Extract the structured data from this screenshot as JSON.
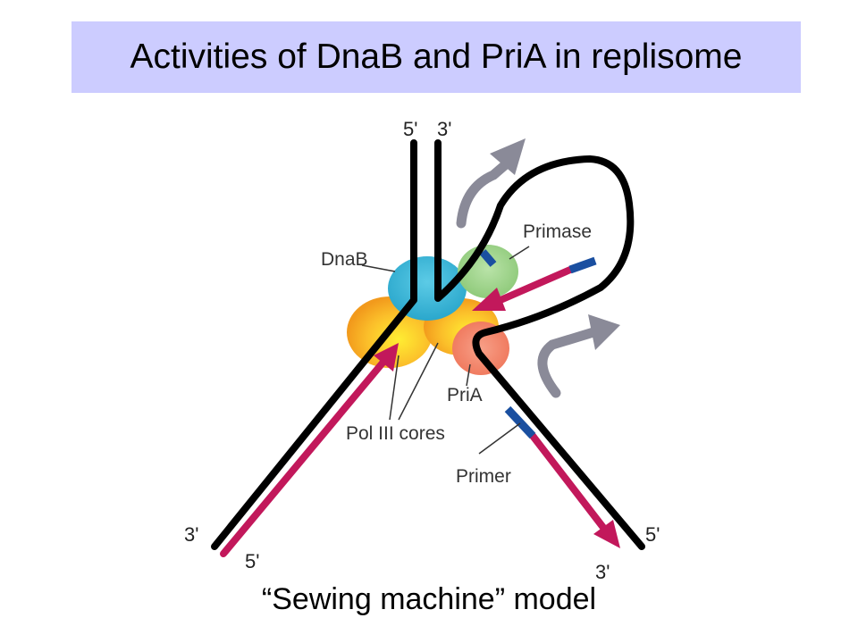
{
  "slide": {
    "title": "Activities of DnaB and PriA in replisome",
    "caption": "“Sewing machine” model"
  },
  "diagram": {
    "labels": {
      "dnab": "DnaB",
      "primase": "Primase",
      "pria": "PriA",
      "pol_iii_cores": "Pol III cores",
      "primer": "Primer"
    },
    "strand_ends": {
      "top_left": "5'",
      "top_right": "3'",
      "bottom_left_outer": "3'",
      "bottom_left_inner": "5'",
      "bottom_right_outer": "5'",
      "bottom_right_inner": "3'"
    },
    "colors": {
      "dna_strand": "#000000",
      "nascent_strand": "#c2185b",
      "primer_rna": "#1a4fa0",
      "dnab": "#3fb8d8",
      "primase": "#9ed38a",
      "pria": "#f4846a",
      "pol_iii_core": "#f9a825",
      "movement_arrow": "#8a8a98",
      "title_background": "#ccccff"
    }
  }
}
